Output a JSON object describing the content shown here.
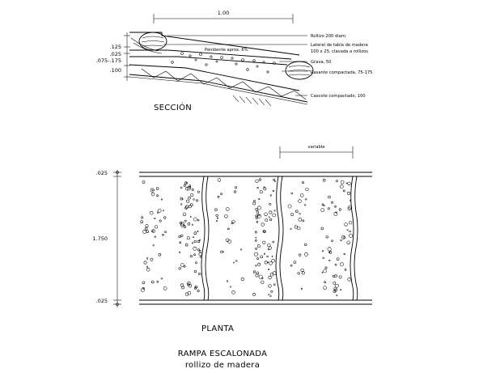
{
  "drawing": {
    "seccion_label": "SECCIÓN",
    "planta_label": "PLANTA",
    "title_line1": "RAMPA ESCALONADA",
    "title_line2": "rollizo de madera"
  },
  "section": {
    "top_dimension": "1.00",
    "slope_note": "Pendiente aprox. 6%",
    "left_dims": [
      ".125",
      ".025",
      ".075-.175",
      ".100"
    ],
    "callouts": [
      "Rollizo 200 diam.",
      "Lateral de tabla de madera",
      "100 x 25, clavada a rollizos",
      "Grava, 50",
      "Rasante compactada, 75-175",
      "Cascote compactado, 100"
    ]
  },
  "plan": {
    "top_dimension": "variable",
    "left_top_dim": ".025",
    "left_mid_dim": "1.750",
    "left_bottom_dim": ".025"
  },
  "colors": {
    "ink": "#000000",
    "background": "#ffffff"
  }
}
